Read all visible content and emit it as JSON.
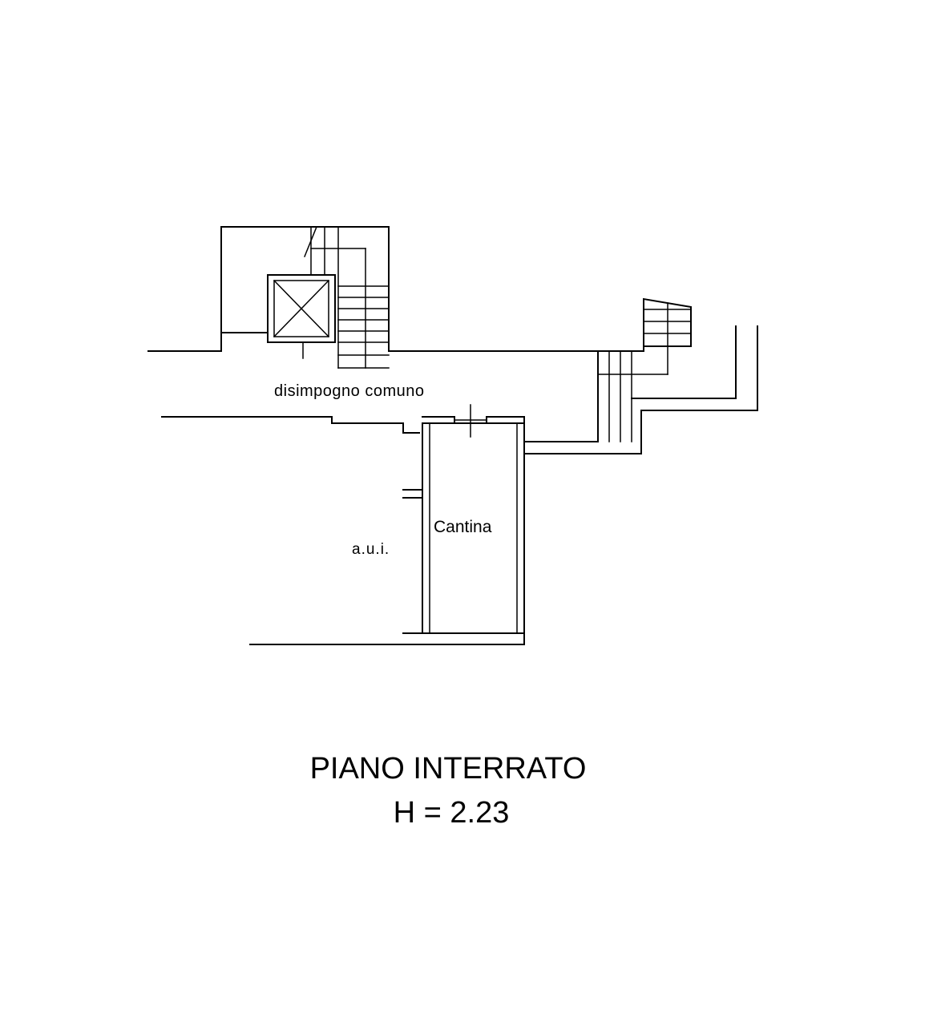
{
  "rooms": {
    "corridor": "disimpogno comuno",
    "cellar": "Cantina",
    "other_unit": "a.u.i."
  },
  "floor": {
    "name": "PIANO INTERRATO",
    "height": "H = 2.23"
  },
  "colors": {
    "line": "#000000",
    "background": "#ffffff"
  }
}
